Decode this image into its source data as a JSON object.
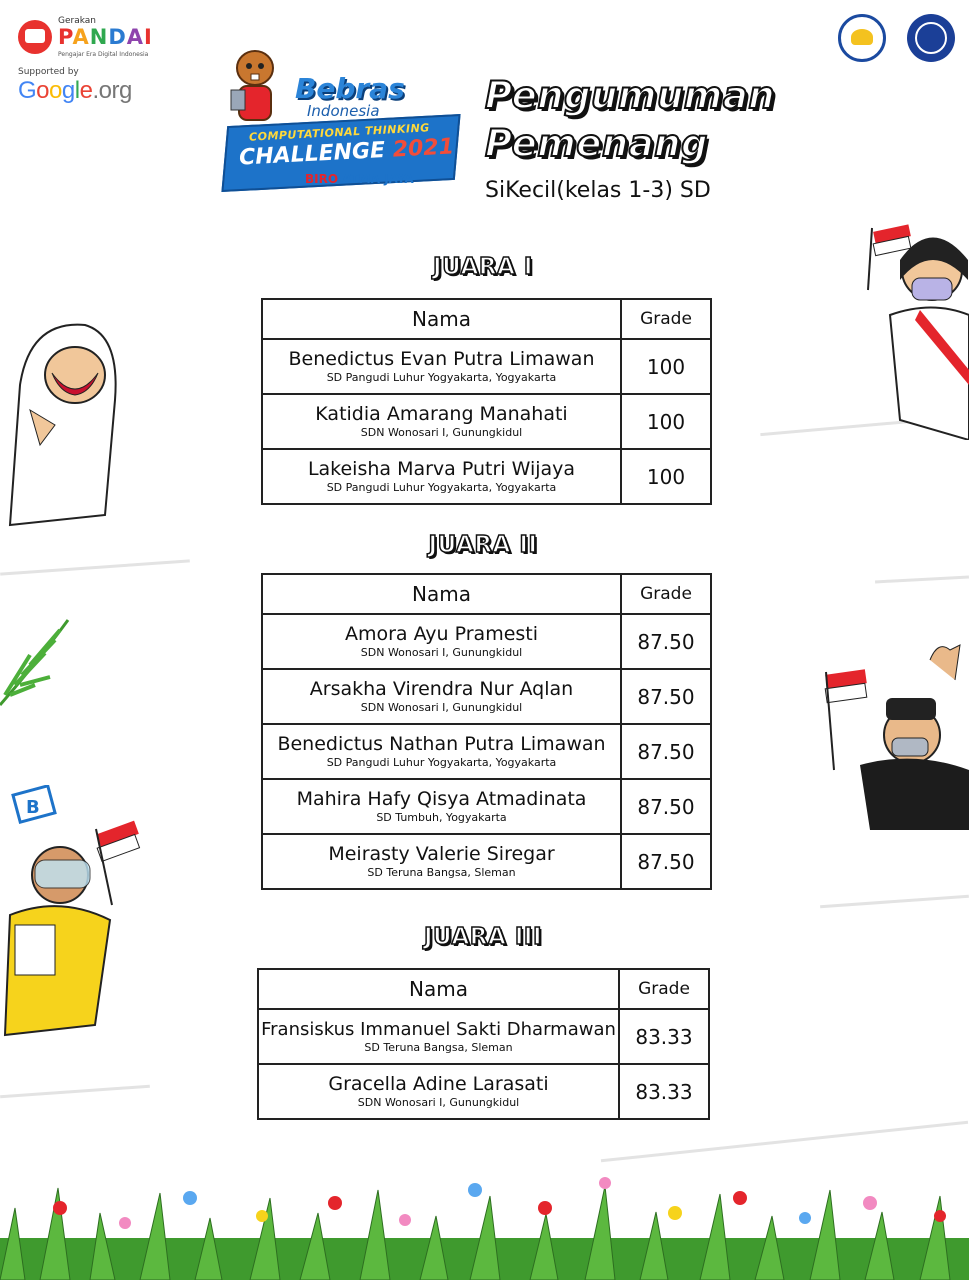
{
  "header": {
    "pandai_small": "Gerakan",
    "pandai_brand": [
      "P",
      "A",
      "N",
      "D",
      "A",
      "I"
    ],
    "pandai_tagline": "Pengajar Era Digital Indonesia",
    "supported_by": "Supported by",
    "google": [
      "G",
      "o",
      "o",
      "g",
      "l",
      "e"
    ],
    "google_suffix": ".org",
    "bebras_line1": "Bebras",
    "bebras_line2": "Indonesia",
    "bebras_line3": "COMPUTATIONAL THINKING",
    "bebras_line4": "CHALLENGE",
    "bebras_year": "2021",
    "bebras_biro1": "BIRO",
    "bebras_biro2": "ATMA JAYA",
    "title_line1": "Pengumuman",
    "title_line2": "Pemenang",
    "subtitle": "SiKecil(kelas 1-3) SD"
  },
  "columns": {
    "name": "Nama",
    "grade": "Grade"
  },
  "sections": [
    {
      "heading": "JUARA I",
      "rows": [
        {
          "name": "Benedictus Evan Putra Limawan",
          "school": "SD Pangudi Luhur Yogyakarta, Yogyakarta",
          "grade": "100"
        },
        {
          "name": "Katidia Amarang Manahati",
          "school": "SDN Wonosari I, Gunungkidul",
          "grade": "100"
        },
        {
          "name": "Lakeisha Marva Putri Wijaya",
          "school": "SD Pangudi Luhur Yogyakarta, Yogyakarta",
          "grade": "100"
        }
      ]
    },
    {
      "heading": "JUARA II",
      "rows": [
        {
          "name": "Amora Ayu Pramesti",
          "school": "SDN Wonosari I, Gunungkidul",
          "grade": "87.50"
        },
        {
          "name": "Arsakha Virendra Nur Aqlan",
          "school": "SDN Wonosari I, Gunungkidul",
          "grade": "87.50"
        },
        {
          "name": "Benedictus Nathan Putra Limawan",
          "school": "SD Pangudi Luhur Yogyakarta, Yogyakarta",
          "grade": "87.50"
        },
        {
          "name": "Mahira Hafy Qisya Atmadinata",
          "school": "SD Tumbuh, Yogyakarta",
          "grade": "87.50"
        },
        {
          "name": "Meirasty Valerie Siregar",
          "school": "SD Teruna Bangsa, Sleman",
          "grade": "87.50"
        }
      ]
    },
    {
      "heading": "JUARA III",
      "rows": [
        {
          "name": "Fransiskus Immanuel Sakti Dharmawan",
          "school": "SD Teruna Bangsa, Sleman",
          "grade": "83.33"
        },
        {
          "name": "Gracella Adine Larasati",
          "school": "SDN Wonosari I, Gunungkidul",
          "grade": "83.33"
        }
      ]
    }
  ],
  "colors": {
    "flag_red": "#e4252c",
    "brand_blue": "#1d73c9",
    "grass": "#3f9a2e"
  }
}
